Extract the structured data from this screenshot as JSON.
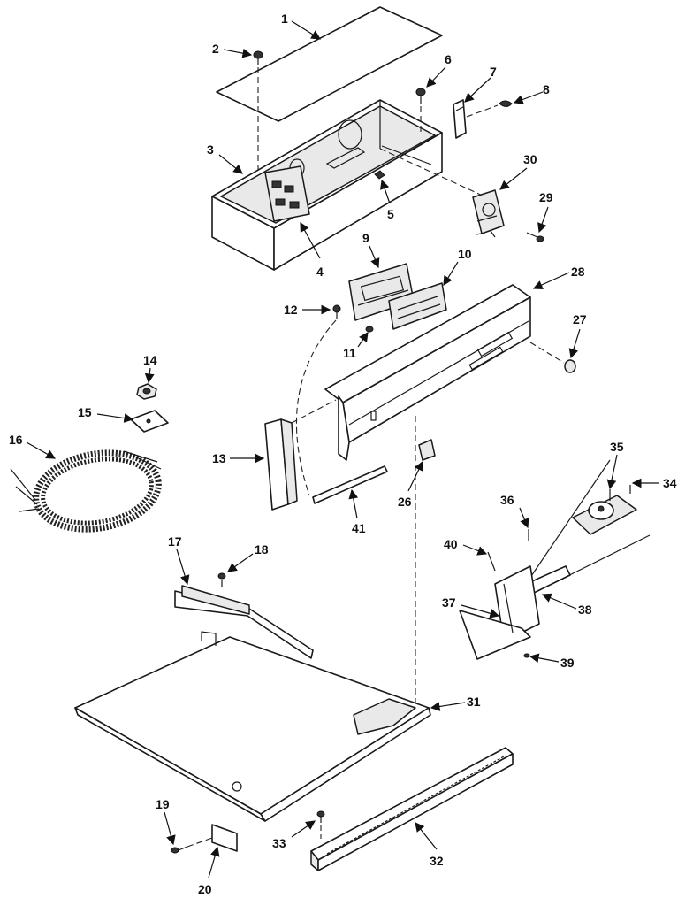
{
  "diagram": {
    "callouts": [
      "1",
      "2",
      "3",
      "4",
      "5",
      "6",
      "7",
      "8",
      "9",
      "10",
      "11",
      "12",
      "13",
      "14",
      "15",
      "16",
      "17",
      "18",
      "19",
      "20",
      "26",
      "27",
      "28",
      "29",
      "30",
      "31",
      "32",
      "33",
      "34",
      "35",
      "36",
      "37",
      "38",
      "39",
      "40",
      "41"
    ]
  }
}
